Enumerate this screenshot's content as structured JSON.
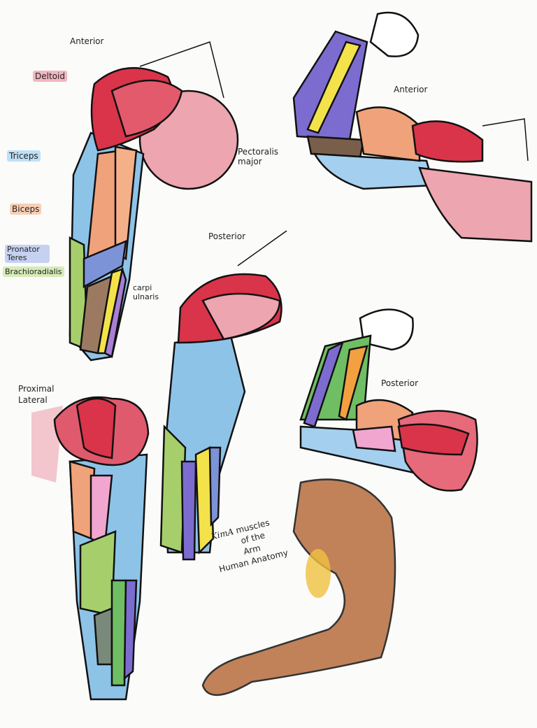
{
  "labels": {
    "anterior_top_left": "Anterior",
    "deltoid": "Deltoid",
    "triceps": "Triceps",
    "biceps": "Biceps",
    "pronator_teres": "Pronator Teres",
    "brachioradialis": "Brachioradialis",
    "pectoralis_major": "Pectoralis major",
    "carpi_ulnaris": "carpi ulnaris",
    "anterior_top_right": "Anterior",
    "posterior_center": "Posterior",
    "proximal_lateral": "Proximal Lateral",
    "posterior_right": "Posterior"
  },
  "note": {
    "signature": "KimA",
    "line1": "muscles",
    "line2": "of the",
    "line3": "Arm",
    "line4": "Human Anatomy"
  },
  "colors": {
    "deltoid": "#d9344a",
    "pectoralis": "#eba3ae",
    "triceps": "#8ec3e8",
    "biceps": "#f0a27a",
    "pronator": "#7d93d8",
    "brachioradialis": "#a6cf6c",
    "purple": "#a87fd4",
    "yellow": "#f3e24a",
    "brown": "#9c7a62",
    "green": "#6fbe63",
    "skin": "#b86e3e"
  }
}
